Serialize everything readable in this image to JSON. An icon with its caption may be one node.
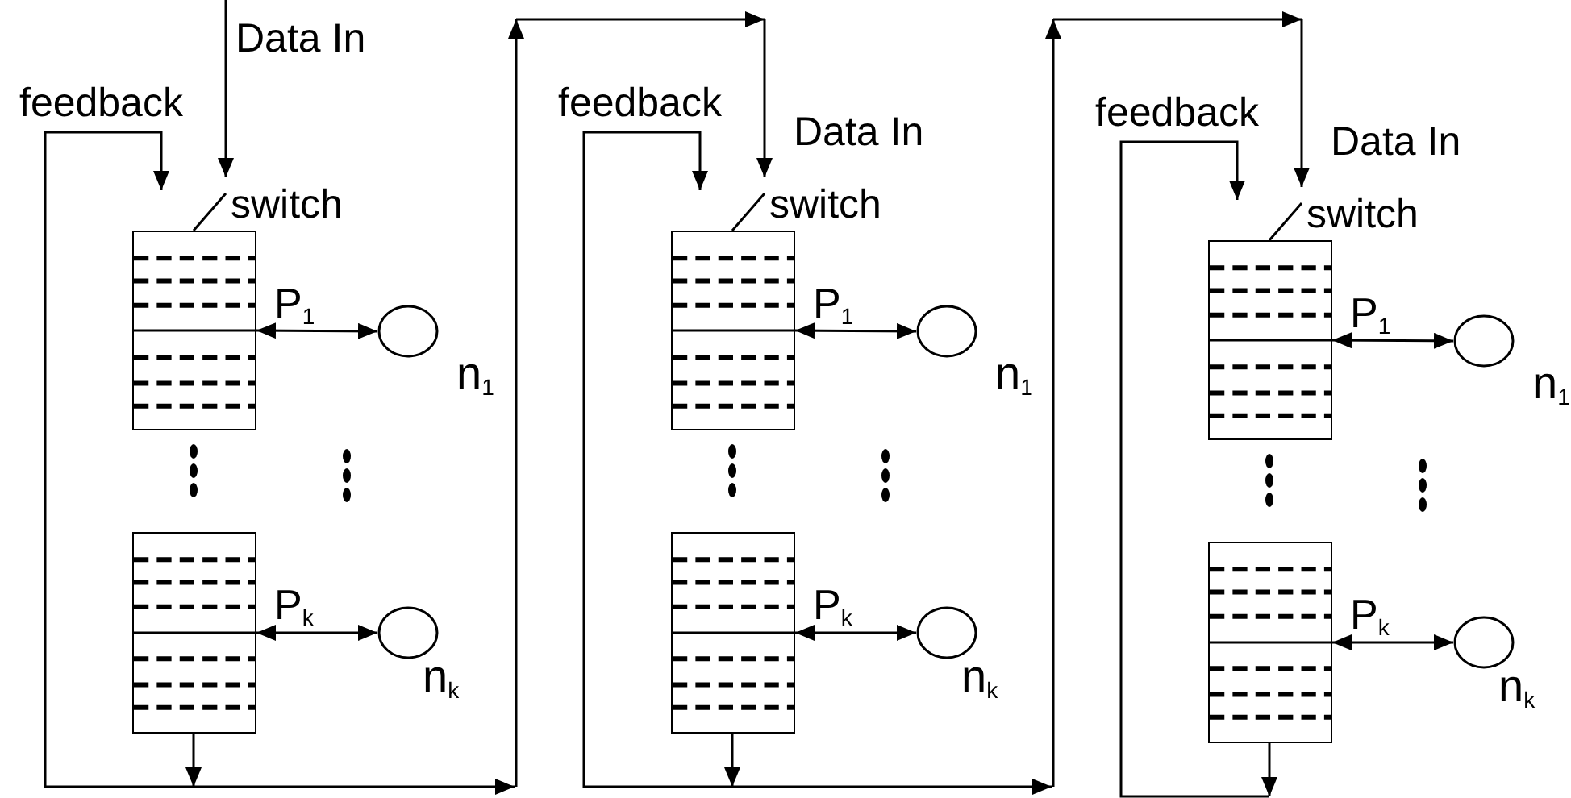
{
  "diagram": {
    "nodes": [
      {
        "text": [],
        "shape": "box",
        "beside": [
          "switch"
        ]
      },
      {
        "text": [],
        "shape": "circle",
        "beside": [
          "n$_{1}$"
        ]
      },
      {
        "text": [],
        "shape": "box"
      },
      {
        "text": [],
        "shape": "circle",
        "beside": [
          "n$_{k}$"
        ]
      },
      {
        "text": [],
        "shape": "box",
        "beside": [
          "switch"
        ]
      },
      {
        "text": [],
        "shape": "circle",
        "beside": [
          "n$_{1}$"
        ]
      },
      {
        "text": [],
        "shape": "box"
      },
      {
        "text": [],
        "shape": "circle",
        "beside": [
          "n$_{k}$"
        ]
      },
      {
        "text": [],
        "shape": "box",
        "beside": [
          "switch"
        ]
      },
      {
        "text": [],
        "shape": "circle",
        "beside": [
          "n$_{1}$"
        ]
      },
      {
        "text": [],
        "shape": "box"
      },
      {
        "text": [],
        "shape": "circle",
        "beside": [
          "n$_{k}$"
        ]
      }
    ],
    "edges": [
      {
        "from": null,
        "to": 0,
        "arrow": "to",
        "label": "Data In"
      },
      {
        "from": 0,
        "to": 1,
        "arrow": "both",
        "label": "P$_{1}$"
      },
      {
        "from": 2,
        "to": 3,
        "arrow": "both",
        "label": "P$_{k}$"
      },
      {
        "from": 2,
        "to": 0,
        "arrow": "to",
        "label": "feedback"
      },
      {
        "from": 2,
        "to": 4,
        "arrow": "to",
        "label": "Data In"
      },
      {
        "from": 4,
        "to": 5,
        "arrow": "both",
        "label": "P$_{1}$"
      },
      {
        "from": 6,
        "to": 7,
        "arrow": "both",
        "label": "P$_{k}$"
      },
      {
        "from": 6,
        "to": 4,
        "arrow": "to",
        "label": "feedback"
      },
      {
        "from": 6,
        "to": 8,
        "arrow": "to",
        "label": "Data In"
      },
      {
        "from": 8,
        "to": 9,
        "arrow": "both",
        "label": "P$_{1}$"
      },
      {
        "from": 10,
        "to": 11,
        "arrow": "both",
        "label": "P$_{k}$"
      },
      {
        "from": 10,
        "to": 8,
        "arrow": "to",
        "label": "feedback"
      }
    ]
  }
}
